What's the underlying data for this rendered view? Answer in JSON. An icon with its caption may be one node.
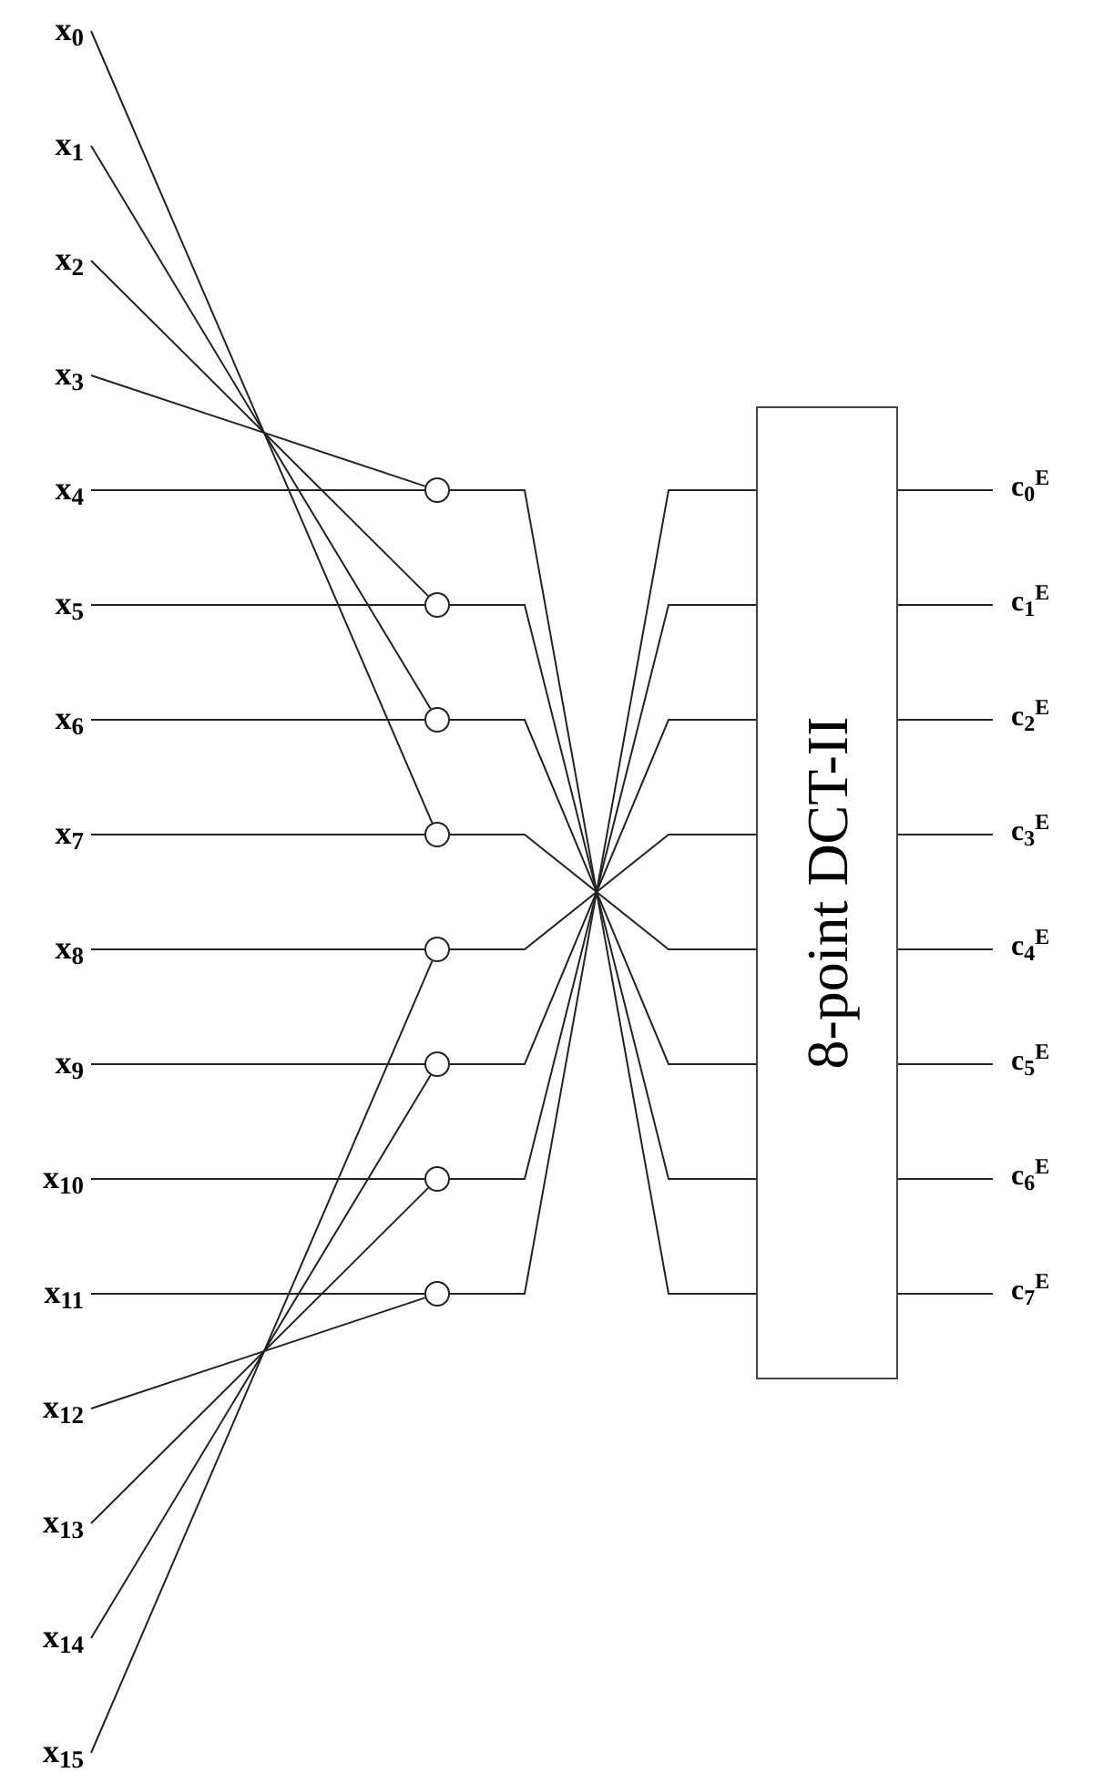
{
  "diagram": {
    "nodes": [
      {
        "text": [
          "x$_{0}$"
        ]
      },
      {
        "text": [
          "x$_{1}$"
        ]
      },
      {
        "text": [
          "x$_{2}$"
        ]
      },
      {
        "text": [
          "x$_{3}$"
        ]
      },
      {
        "text": [
          "x$_{4}$"
        ]
      },
      {
        "text": [
          "x$_{5}$"
        ]
      },
      {
        "text": [
          "x$_{6}$"
        ]
      },
      {
        "text": [
          "x$_{7}$"
        ]
      },
      {
        "text": [
          "x$_{8}$"
        ]
      },
      {
        "text": [
          "x$_{9}$"
        ]
      },
      {
        "text": [
          "x$_{10}$"
        ]
      },
      {
        "text": [
          "x$_{11}$"
        ]
      },
      {
        "text": [
          "x$_{12}$"
        ]
      },
      {
        "text": [
          "x$_{13}$"
        ]
      },
      {
        "text": [
          "x$_{14}$"
        ]
      },
      {
        "text": [
          "x$_{15}$"
        ]
      },
      {
        "text": [],
        "shape": "circle"
      },
      {
        "text": [],
        "shape": "circle"
      },
      {
        "text": [],
        "shape": "circle"
      },
      {
        "text": [],
        "shape": "circle"
      },
      {
        "text": [],
        "shape": "circle"
      },
      {
        "text": [],
        "shape": "circle"
      },
      {
        "text": [],
        "shape": "circle"
      },
      {
        "text": [],
        "shape": "circle"
      },
      {
        "text": [
          "8-point DCT-II"
        ]
      },
      {
        "text": [
          "c$_{0}$$^{E}$"
        ]
      },
      {
        "text": [
          "c$_{1}$$^{E}$"
        ]
      },
      {
        "text": [
          "c$_{2}$$^{E}$"
        ]
      },
      {
        "text": [
          "c$_{3}$$^{E}$"
        ]
      },
      {
        "text": [
          "c$_{4}$$^{E}$"
        ]
      },
      {
        "text": [
          "c$_{5}$$^{E}$"
        ]
      },
      {
        "text": [
          "c$_{6}$$^{E}$"
        ]
      },
      {
        "text": [
          "c$_{7}$$^{E}$"
        ]
      }
    ],
    "edges": [
      {
        "from": 0,
        "to": 19,
        "arrow": "none"
      },
      {
        "from": 1,
        "to": 18,
        "arrow": "none"
      },
      {
        "from": 2,
        "to": 17,
        "arrow": "none"
      },
      {
        "from": 3,
        "to": 16,
        "arrow": "none"
      },
      {
        "from": 4,
        "to": 16,
        "arrow": "none"
      },
      {
        "from": 5,
        "to": 17,
        "arrow": "none"
      },
      {
        "from": 6,
        "to": 18,
        "arrow": "none"
      },
      {
        "from": 7,
        "to": 19,
        "arrow": "none"
      },
      {
        "from": 8,
        "to": 20,
        "arrow": "none"
      },
      {
        "from": 9,
        "to": 21,
        "arrow": "none"
      },
      {
        "from": 10,
        "to": 22,
        "arrow": "none"
      },
      {
        "from": 11,
        "to": 23,
        "arrow": "none"
      },
      {
        "from": 12,
        "to": 23,
        "arrow": "none"
      },
      {
        "from": 13,
        "to": 22,
        "arrow": "none"
      },
      {
        "from": 14,
        "to": 21,
        "arrow": "none"
      },
      {
        "from": 15,
        "to": 20,
        "arrow": "none"
      },
      {
        "from": 16,
        "to": 24,
        "arrow": "none"
      },
      {
        "from": 17,
        "to": 24,
        "arrow": "none"
      },
      {
        "from": 18,
        "to": 24,
        "arrow": "none"
      },
      {
        "from": 19,
        "to": 24,
        "arrow": "none"
      },
      {
        "from": 20,
        "to": 24,
        "arrow": "none"
      },
      {
        "from": 21,
        "to": 24,
        "arrow": "none"
      },
      {
        "from": 22,
        "to": 24,
        "arrow": "none"
      },
      {
        "from": 23,
        "to": 24,
        "arrow": "none"
      },
      {
        "from": 24,
        "to": 25,
        "arrow": "none"
      },
      {
        "from": 24,
        "to": 26,
        "arrow": "none"
      },
      {
        "from": 24,
        "to": 27,
        "arrow": "none"
      },
      {
        "from": 24,
        "to": 28,
        "arrow": "none"
      },
      {
        "from": 24,
        "to": 29,
        "arrow": "none"
      },
      {
        "from": 24,
        "to": 30,
        "arrow": "none"
      },
      {
        "from": 24,
        "to": 31,
        "arrow": "none"
      },
      {
        "from": 24,
        "to": 32,
        "arrow": "none"
      }
    ]
  }
}
